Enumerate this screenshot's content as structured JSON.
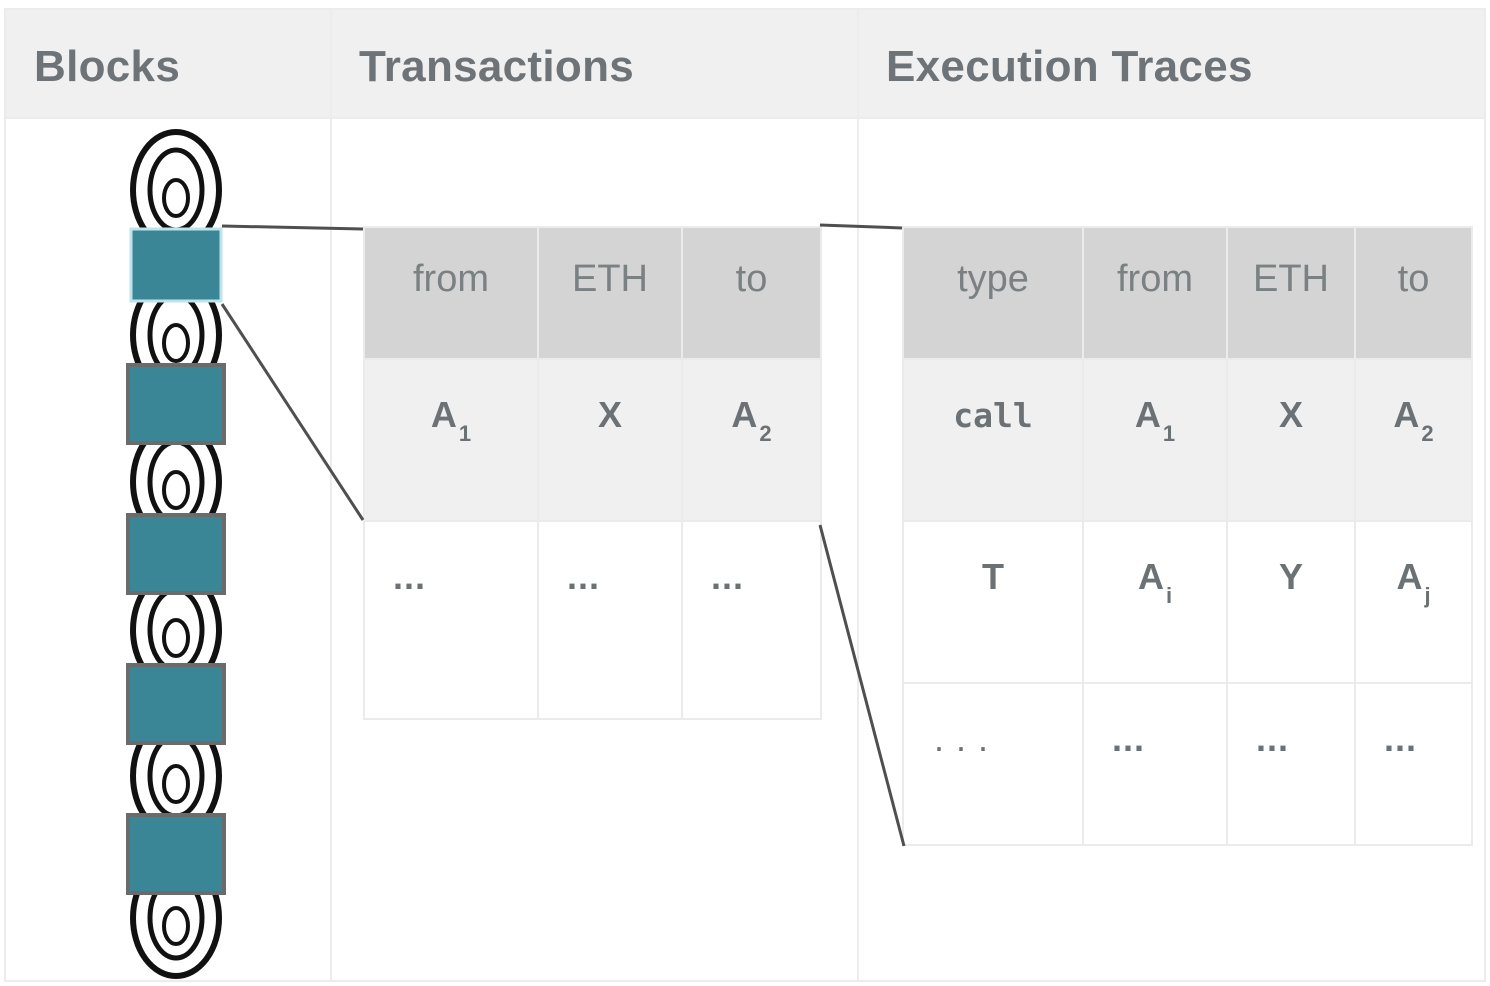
{
  "columns": {
    "blocks": "Blocks",
    "transactions": "Transactions",
    "traces": "Execution Traces"
  },
  "transactions_table": {
    "headers": [
      "from",
      "ETH",
      "to"
    ],
    "row1": {
      "from_main": "A",
      "from_sub": "1",
      "eth": "X",
      "to_main": "A",
      "to_sub": "2"
    },
    "row2": {
      "from": "...",
      "eth": "...",
      "to": "..."
    }
  },
  "traces_table": {
    "headers": [
      "type",
      "from",
      "ETH",
      "to"
    ],
    "row1": {
      "type": "call",
      "from_main": "A",
      "from_sub": "1",
      "eth": "X",
      "to_main": "A",
      "to_sub": "2"
    },
    "row2": {
      "type": "T",
      "from_main": "A",
      "from_sub": "i",
      "eth": "Y",
      "to_main": "A",
      "to_sub": "j"
    },
    "row3": {
      "type": ". . .",
      "from": "...",
      "eth": "...",
      "to": "..."
    }
  },
  "colors": {
    "block_fill": "#3a8596",
    "block_border": "#6b6b6b",
    "selected_block_border": "#bfe3ea",
    "header_fill": "#d4d4d4",
    "row_fill": "#f0f0f0"
  },
  "icons": [
    "chain-link-icon",
    "block-icon"
  ]
}
